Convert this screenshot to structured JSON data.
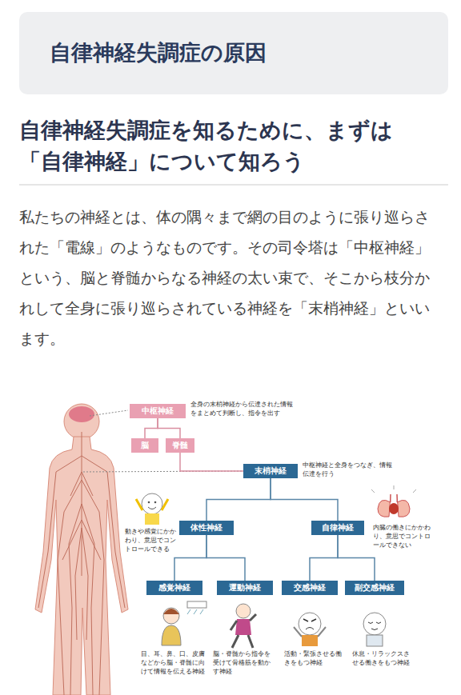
{
  "diagram": {
    "title": "自律神経失調症の原因",
    "nodes": [
      {
        "text": [
          "中枢神経"
        ]
      },
      {
        "text": [
          "脳"
        ]
      },
      {
        "text": [
          "脊髄"
        ]
      },
      {
        "text": [
          "末梢神経"
        ]
      },
      {
        "text": [
          "体性神経"
        ]
      },
      {
        "text": [
          "自律神経"
        ]
      },
      {
        "text": [
          "感覚神経"
        ]
      },
      {
        "text": [
          "運動神経"
        ]
      },
      {
        "text": [
          "交感神経"
        ]
      },
      {
        "text": [
          "副交感神経"
        ]
      }
    ],
    "edges": [
      {
        "from": 0,
        "to": 1,
        "arrow": "none"
      },
      {
        "from": 0,
        "to": 2,
        "arrow": "none"
      },
      {
        "from": 2,
        "to": 3,
        "arrow": "none"
      },
      {
        "from": 3,
        "to": 4,
        "arrow": "none"
      },
      {
        "from": 3,
        "to": 5,
        "arrow": "none"
      },
      {
        "from": 4,
        "to": 6,
        "arrow": "none"
      },
      {
        "from": 4,
        "to": 7,
        "arrow": "none"
      },
      {
        "from": 5,
        "to": 8,
        "arrow": "none"
      },
      {
        "from": 5,
        "to": 9,
        "arrow": "none"
      }
    ],
    "labels": [
      "自律神経失調症を知るために、まずは「自律神経」について知ろう",
      "私たちの神経とは、体の隅々まで網の目のように張り巡らされた「電線」のようなものです。その司令塔は「中枢神経」という、脳と脊髄からなる神経の太い束で、そこから枝分かれして全身に張り巡らされている神経を「末梢神経」といいます。",
      "全身の末梢神経から伝達された情報をまとめて判断し、指令を出す",
      "中枢神経と全身をつなぎ、情報伝達を行う",
      "動きや感覚にかかわり、意思でコントロールできる",
      "内臓の働きにかかわり、意思でコントロールできない",
      "目、耳、鼻、口、皮膚などから脳・脊髄に向けて情報を伝える神経",
      "脳・脊髄から指令を受けて骨格筋を動かす神経",
      "活動・緊張させる働きをもつ神経",
      "休息・リラックスさせる働きをもつ神経"
    ]
  }
}
